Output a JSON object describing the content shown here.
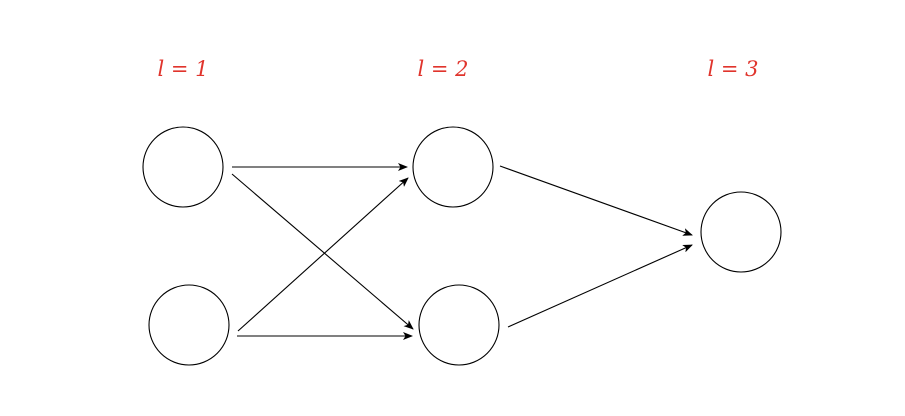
{
  "colors": {
    "label": "#e0342c",
    "stroke": "#000000",
    "background": "#ffffff"
  },
  "layers": [
    {
      "id": "l1",
      "label": "l = 1"
    },
    {
      "id": "l2",
      "label": "l = 2"
    },
    {
      "id": "l3",
      "label": "l = 3"
    }
  ],
  "nodes": [
    {
      "id": "n1a",
      "layer": "l1"
    },
    {
      "id": "n1b",
      "layer": "l1"
    },
    {
      "id": "n2a",
      "layer": "l2"
    },
    {
      "id": "n2b",
      "layer": "l2"
    },
    {
      "id": "n3a",
      "layer": "l3"
    }
  ],
  "edges": [
    {
      "from": "n1a",
      "to": "n2a"
    },
    {
      "from": "n1a",
      "to": "n2b"
    },
    {
      "from": "n1b",
      "to": "n2a"
    },
    {
      "from": "n1b",
      "to": "n2b"
    },
    {
      "from": "n2a",
      "to": "n3a"
    },
    {
      "from": "n2b",
      "to": "n3a"
    }
  ]
}
